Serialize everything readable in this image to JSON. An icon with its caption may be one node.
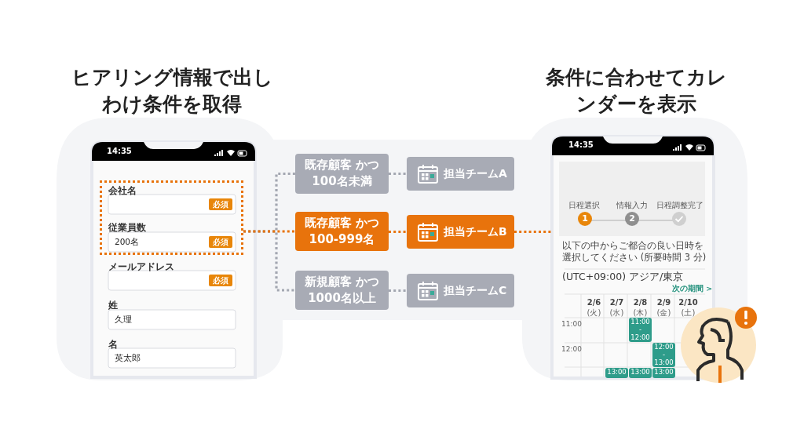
{
  "diagram": {
    "nodes": [
      {
        "text": [],
        "shape": "box"
      },
      {
        "text": [
          "既存顧客 かつ 100名未満"
        ]
      },
      {
        "text": [
          "既存顧客 かつ 100-999名"
        ]
      },
      {
        "text": [
          "新規顧客 かつ 1000名以上"
        ]
      },
      {
        "text": [
          "担当チームA"
        ]
      },
      {
        "text": [
          "担当チームB"
        ]
      },
      {
        "text": [
          "担当チームC"
        ]
      },
      {
        "text": [],
        "shape": "picture"
      }
    ],
    "edges": [
      {
        "from": 0,
        "to": 1,
        "arrow": "none"
      },
      {
        "from": 0,
        "to": 2,
        "arrow": "none",
        "color": "#e8730c"
      },
      {
        "from": 0,
        "to": 3,
        "arrow": "none"
      },
      {
        "from": 1,
        "to": 4,
        "arrow": "none"
      },
      {
        "from": 2,
        "to": 5,
        "arrow": "none",
        "color": "#e8730c"
      },
      {
        "from": 3,
        "to": 6,
        "arrow": "none"
      },
      {
        "from": 5,
        "to": 7,
        "arrow": "none",
        "color": "#e8730c"
      }
    ],
    "labels": [
      "ヒアリング情報で出しわけ条件を取得",
      "条件に合わせてカレンダーを表示",
      "14:35",
      "会社名",
      "必須",
      "従業員数",
      "200名",
      "必須",
      "メールアドレス",
      "必須",
      "姓",
      "久理",
      "名",
      "英太郎",
      "14:35",
      "日程選択",
      "情報入力",
      "日程調整完了",
      "1",
      "2",
      "以下の中からご都合の良い日時を選択してください (所要時間 3 分)",
      "(UTC+09:00) アジア/東京",
      "次の期間 >",
      "2/6",
      "(火)",
      "2/7",
      "(水)",
      "2/8",
      "(木)",
      "2/9",
      "(金)",
      "2/10",
      "(土)",
      "11:00",
      "11:00 - 12:00",
      "12:00",
      "12:00 - 13:00",
      "13:00 -",
      "13:00 -",
      "13:00 -"
    ]
  }
}
